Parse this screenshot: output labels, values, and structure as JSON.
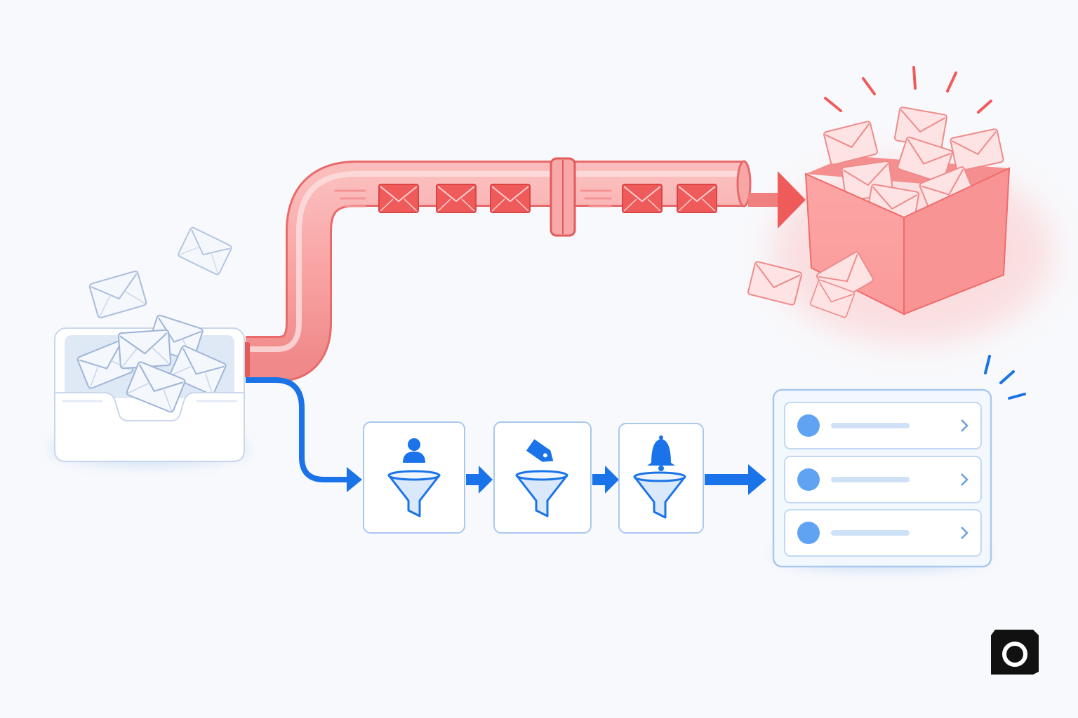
{
  "diagram": {
    "colors": {
      "background": "#f8f9fc",
      "spam_red": "#ef5b5b",
      "spam_red_light": "#fbb4b4",
      "spam_box": "#fca5a5",
      "filter_blue": "#1a73e8",
      "filter_blue_light": "#bcd7f7",
      "list_dot_blue": "#5fa3f2",
      "envelope_fill": "#eef3fb",
      "card_border": "#a9c8ee"
    },
    "source_inbox": {
      "icon": "inbox-tray-icon",
      "envelope_count": 8
    },
    "spam_path": {
      "pipe_envelopes": 5,
      "destination": {
        "icon": "overflowing-box-icon"
      },
      "flow_icon": "arrow-right-icon"
    },
    "filter_path": {
      "steps": [
        {
          "icon": "person-icon",
          "filter_icon": "funnel-icon"
        },
        {
          "icon": "tag-icon",
          "filter_icon": "funnel-icon"
        },
        {
          "icon": "bell-icon",
          "filter_icon": "funnel-icon"
        }
      ],
      "result_list": {
        "icon": "list-panel-icon",
        "rows": 3,
        "row_icon": "chevron-right-icon"
      }
    },
    "brand": {
      "icon": "camera-logo-icon"
    }
  }
}
